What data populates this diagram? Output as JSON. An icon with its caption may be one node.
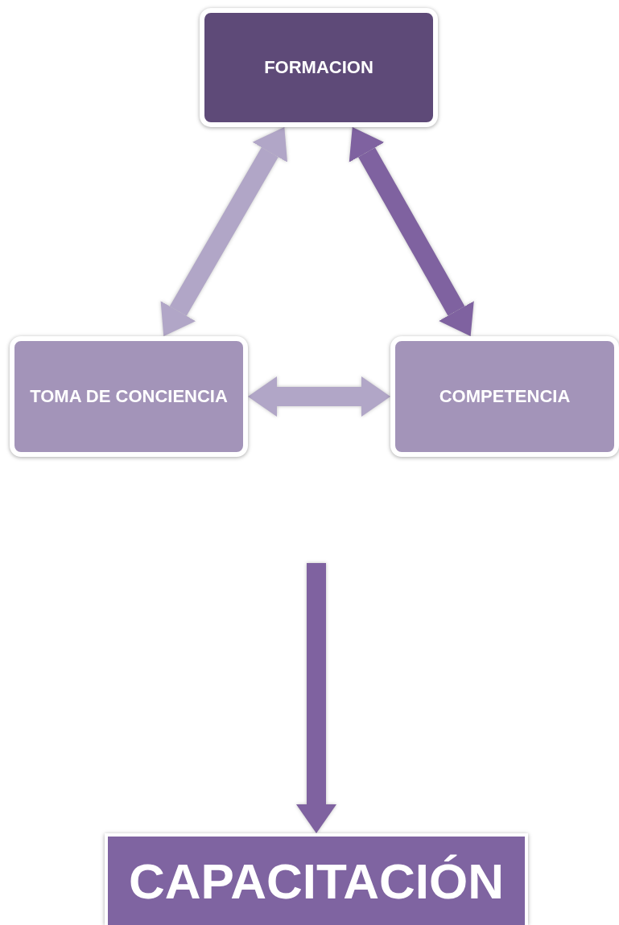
{
  "diagram": {
    "nodes": [
      {
        "text": [
          "FORMACION"
        ]
      },
      {
        "text": [
          "TOMA DE CONCIENCIA"
        ]
      },
      {
        "text": [
          "COMPETENCIA"
        ]
      },
      {
        "text": [
          "CAPACITACIÓN"
        ]
      }
    ],
    "edges": [
      {
        "from": 1,
        "to": 0,
        "arrow": "both",
        "color": "#b1a6c7"
      },
      {
        "from": 0,
        "to": 2,
        "arrow": "both",
        "color": "#7f62a0"
      },
      {
        "from": 1,
        "to": 2,
        "arrow": "both",
        "color": "#b1a6c7"
      },
      {
        "from": null,
        "to": 3,
        "arrow": "to",
        "color": "#7f62a0"
      }
    ]
  }
}
